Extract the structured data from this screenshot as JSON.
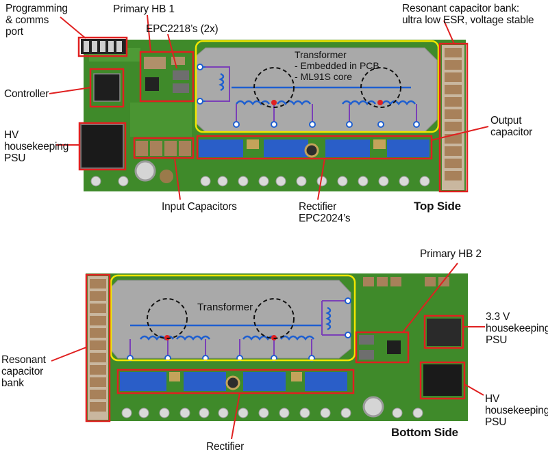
{
  "colors": {
    "pcb_green": "#3f8a2a",
    "copper_gray": "#a9a9a9",
    "callout_red": "#e02020",
    "highlight_yellow": "#f2e600",
    "winding_blue": "#1e5fd0",
    "rectifier_blue": "#2a5ec8",
    "capacitor_tan": "#b08c68"
  },
  "top_side": {
    "title": "Top Side",
    "labels": {
      "programming_port": [
        "Programming",
        "& comms",
        "port"
      ],
      "primary_hb1": "Primary HB 1",
      "epc2218": "EPC2218’s (2x)",
      "resonant_bank": [
        "Resonant capacitor bank:",
        "ultra low ESR, voltage stable"
      ],
      "controller": "Controller",
      "hv_psu": [
        "HV",
        "housekeeping",
        "PSU"
      ],
      "output_capacitor": [
        "Output",
        "capacitor"
      ],
      "input_capacitors": "Input Capacitors",
      "rectifier": [
        "Rectifier",
        "EPC2024’s"
      ]
    },
    "transformer_note": [
      "Transformer",
      "- Embedded in PCB",
      "- ML91S core"
    ]
  },
  "bottom_side": {
    "title": "Bottom Side",
    "labels": {
      "primary_hb2": "Primary HB 2",
      "resonant_bank": [
        "Resonant",
        "capacitor",
        "bank"
      ],
      "psu_3v3": [
        "3.3 V",
        "housekeeping",
        "PSU"
      ],
      "hv_psu": [
        "HV",
        "housekeeping",
        "PSU"
      ],
      "rectifier": "Rectifier"
    },
    "transformer_note": "Transformer"
  }
}
